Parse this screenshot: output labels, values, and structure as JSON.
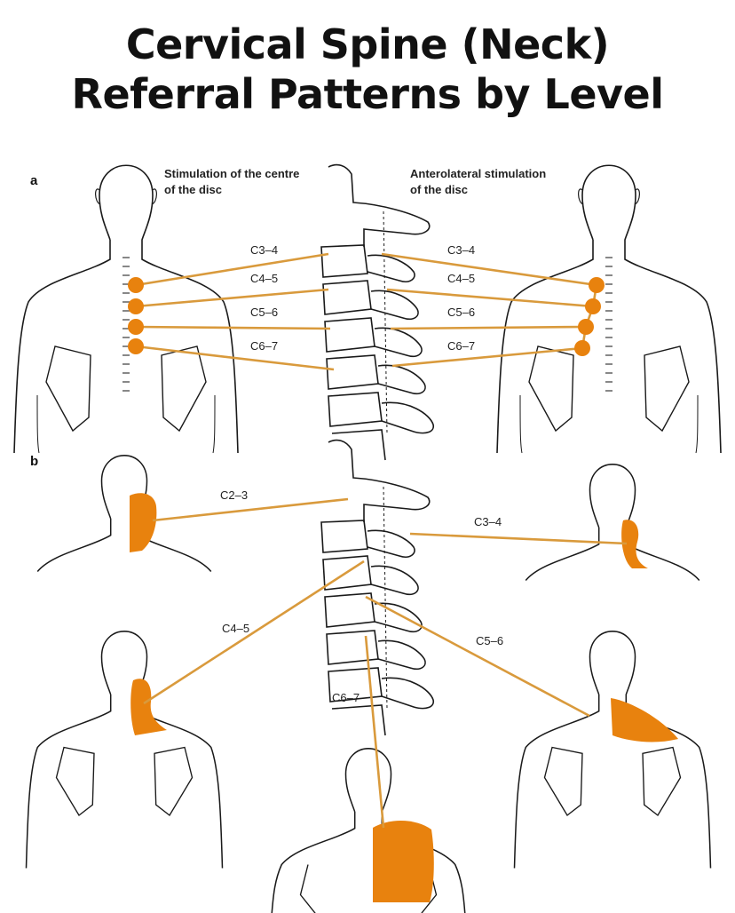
{
  "title": {
    "line1": "Cervical Spine (Neck)",
    "line2": "Referral Patterns by Level"
  },
  "panel_a": {
    "label": "a",
    "left_header_1": "Stimulation of the centre",
    "left_header_2": "of the disc",
    "right_header_1": "Anterolateral stimulation",
    "right_header_2": "of the disc",
    "left_levels": [
      "C3–4",
      "C4–5",
      "C5–6",
      "C6–7"
    ],
    "right_levels": [
      "C3–4",
      "C4–5",
      "C5–6",
      "C6–7"
    ]
  },
  "panel_b": {
    "label": "b",
    "levels": [
      "C2–3",
      "C3–4",
      "C4–5",
      "C5–6",
      "C6–7"
    ]
  },
  "colors": {
    "pain_fill": "#E8820E",
    "line": "#D99A3C",
    "outline": "#1a1a1a"
  }
}
